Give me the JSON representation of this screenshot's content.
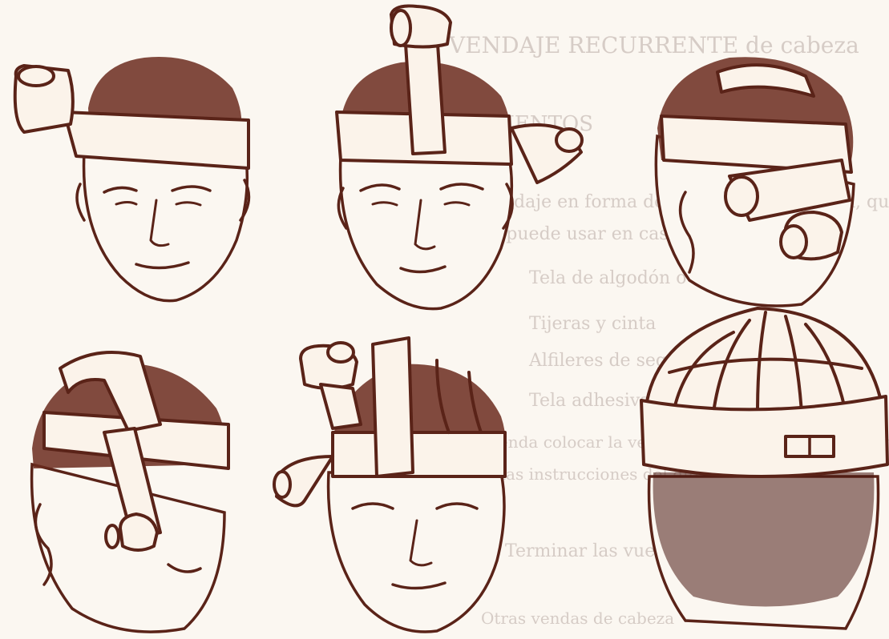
{
  "background_text": [
    {
      "text": "VENDAJE RECURRENTE de cabeza"
    },
    {
      "text": "ELEMENTOS"
    },
    {
      "text": "Vendaje en forma de gorro para la cabeza, que"
    },
    {
      "text": "se puede usar en caso de traumatismos."
    },
    {
      "text": "Tela de algodón o venda de gasa"
    },
    {
      "text": "Tijeras y cinta"
    },
    {
      "text": "Alfileres de seguridad"
    },
    {
      "text": "Tela adhesiva"
    },
    {
      "text": "Se recomienda colocar la venda desde la frente hasta la nuca"
    },
    {
      "text": "siguiendo las instrucciones del dibujo"
    },
    {
      "text": "Terminar las vueltas"
    },
    {
      "text": "Otras vendas de cabeza"
    }
  ],
  "colors": {
    "ink": "#5a2318",
    "paper": "#fbf7f1",
    "hair": "#6b2b1e"
  },
  "panels": [
    {
      "name": "step-1-front-headband"
    },
    {
      "name": "step-2-vertical-pass"
    },
    {
      "name": "step-3-back-view-turns"
    },
    {
      "name": "step-4-side-crossing"
    },
    {
      "name": "step-5-multiple-passes"
    },
    {
      "name": "step-6-finished-cap-back"
    }
  ]
}
